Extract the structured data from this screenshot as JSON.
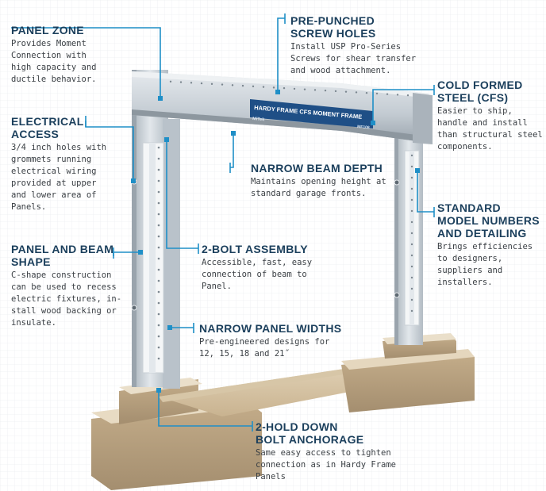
{
  "colors": {
    "title": "#1b3f5c",
    "leader": "#1f8fc7",
    "steel_light": "#d8dee3",
    "steel_mid": "#b5bec6",
    "steel_dark": "#8a949d",
    "concrete_light": "#e0d0b4",
    "concrete_mid": "#cdb896",
    "concrete_dark": "#a99374",
    "badge_blue": "#1f4f86",
    "grid": "#eceff1"
  },
  "frame_badge": {
    "title": "HARDY FRAME CFS MOMENT FRAME",
    "sub_left": "MiTek",
    "sub_right": "MF108"
  },
  "callouts": {
    "panel_zone": {
      "title": [
        "PANEL ZONE"
      ],
      "desc": [
        "Provides Moment",
        "Connection with",
        "high capacity and",
        "ductile behavior."
      ]
    },
    "pre_punched": {
      "title": [
        "PRE-PUNCHED",
        "SCREW HOLES"
      ],
      "desc": [
        "Install USP Pro-Series",
        "Screws for shear transfer",
        "and wood attachment."
      ]
    },
    "cold_formed": {
      "title": [
        "COLD FORMED",
        "STEEL (CFS)"
      ],
      "desc": [
        "Easier to ship,",
        "handle and install",
        "than structural steel",
        "components."
      ]
    },
    "electrical": {
      "title": [
        "ELECTRICAL",
        "ACCESS"
      ],
      "desc": [
        "3/4 inch holes with",
        "grommets running",
        "electrical wiring",
        "provided at upper",
        "and lower area of",
        "Panels."
      ]
    },
    "narrow_beam": {
      "title": [
        "NARROW BEAM DEPTH"
      ],
      "desc": [
        "Maintains opening height at",
        "standard garage fronts."
      ]
    },
    "standard_model": {
      "title": [
        "STANDARD",
        "MODEL NUMBERS",
        "AND DETAILING"
      ],
      "desc": [
        "Brings efficiencies",
        "to designers,",
        "suppliers and",
        "installers."
      ]
    },
    "panel_shape": {
      "title": [
        "PANEL AND BEAM",
        "SHAPE"
      ],
      "desc": [
        "C-shape construction",
        "can be used to recess",
        "electric fixtures, in-",
        "stall wood backing or",
        "insulate."
      ]
    },
    "two_bolt": {
      "title": [
        "2-BOLT ASSEMBLY"
      ],
      "desc": [
        "Accessible, fast, easy",
        "connection of beam to",
        "Panel."
      ]
    },
    "narrow_panel": {
      "title": [
        "NARROW PANEL WIDTHS"
      ],
      "desc": [
        "Pre-engineered designs for",
        "12, 15, 18 and 21˝"
      ]
    },
    "hold_down": {
      "title": [
        "2-HOLD DOWN",
        "BOLT ANCHORAGE"
      ],
      "desc": [
        "Same easy access to tighten",
        "connection as in Hardy Frame",
        "Panels"
      ]
    }
  }
}
